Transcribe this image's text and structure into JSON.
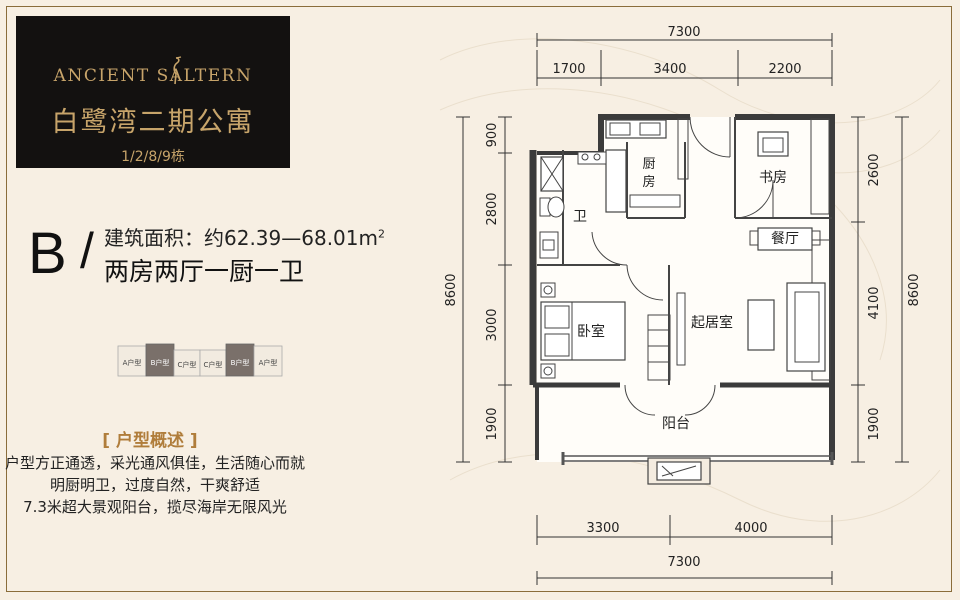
{
  "brand": {
    "name_en": "ANCIENT SALTERN",
    "name_cn": "白鹭湾二期公寓",
    "buildings": "1/2/8/9栋"
  },
  "unit": {
    "type_letter": "B",
    "slash": "/",
    "area_prefix": "建筑面积：约62.39—68.01m",
    "area_sup": "2",
    "layout": "两房两厅一厨一卫"
  },
  "mini_plan": {
    "labels": [
      "A户型",
      "B户型",
      "C户型",
      "C户型",
      "B户型",
      "A户型"
    ]
  },
  "overview": {
    "title": "[ 户型概述 ]",
    "lines": [
      "户型方正通透，采光通风俱佳，生活随心而就",
      "明厨明卫，过度自然，干爽舒适",
      "7.3米超大景观阳台，揽尽海岸无限风光"
    ]
  },
  "dimensions": {
    "top_total": "7300",
    "top_segments": [
      "1700",
      "3400",
      "2200"
    ],
    "bottom_segments": [
      "3300",
      "4000"
    ],
    "bottom_total": "7300",
    "left_segments": [
      "900",
      "2800",
      "3000",
      "1900"
    ],
    "left_total": "8600",
    "right_segments": [
      "2600",
      "4100",
      "1900"
    ],
    "right_total": "8600"
  },
  "rooms": {
    "kitchen": "厨\n房",
    "study": "书房",
    "bath": "卫",
    "dining": "餐厅",
    "bedroom": "卧室",
    "living": "起居室",
    "balcony": "阳台"
  }
}
